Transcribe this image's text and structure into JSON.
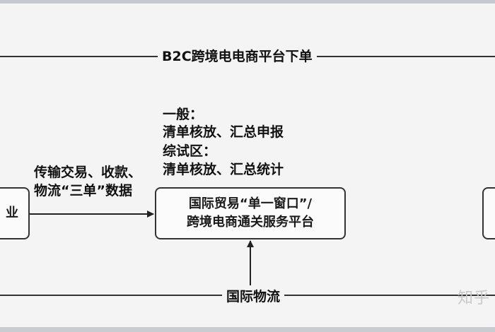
{
  "top_flow": {
    "label": "B2C跨境电电商平台下单"
  },
  "customs_note": {
    "line1": "一般：",
    "line2": "清单核放、汇总申报",
    "line3": "综试区：",
    "line4": "清单核放、汇总统计"
  },
  "data_flow": {
    "line1": "传输交易、收款、",
    "line2": "物流“三单”数据"
  },
  "left_box": {
    "label": "业"
  },
  "center_box": {
    "line1": "国际贸易“单一窗口”/",
    "line2": "跨境电商通关服务平台"
  },
  "bottom_flow": {
    "label": "国际物流"
  },
  "watermark": {
    "text": "知乎"
  }
}
